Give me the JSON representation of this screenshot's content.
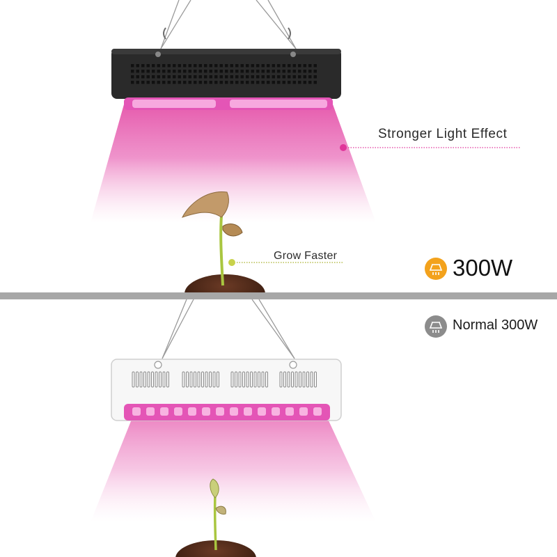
{
  "callouts": {
    "stronger": "Stronger Light Effect",
    "grow": "Grow Faster"
  },
  "comparison": {
    "featured": "300W",
    "normal": "Normal 300W"
  },
  "icons": {
    "featured_icon": "lamp-icon",
    "normal_icon": "lamp-icon"
  },
  "colors": {
    "light_beam": "#e0359a",
    "featured_badge": "#f3a21c",
    "normal_badge": "#8c8c8c",
    "grow_accent": "#c8d24a",
    "divider": "#a7a7a7"
  }
}
